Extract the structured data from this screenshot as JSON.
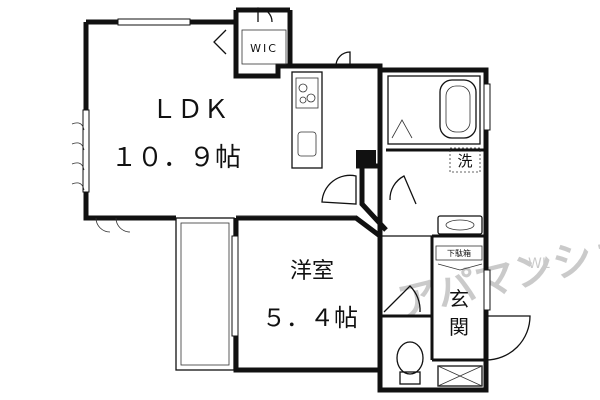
{
  "rooms": {
    "ldk": {
      "name": "ＬＤＫ",
      "size": "１０．９帖"
    },
    "western": {
      "name": "洋室",
      "size": "５．４帖"
    },
    "wic": "WIC",
    "entrance_line1": "玄",
    "entrance_line2": "関",
    "laundry": "洗",
    "shoe_box": "下駄箱"
  },
  "watermark": {
    "text": "アパマンショップ",
    "mark": "WL"
  }
}
